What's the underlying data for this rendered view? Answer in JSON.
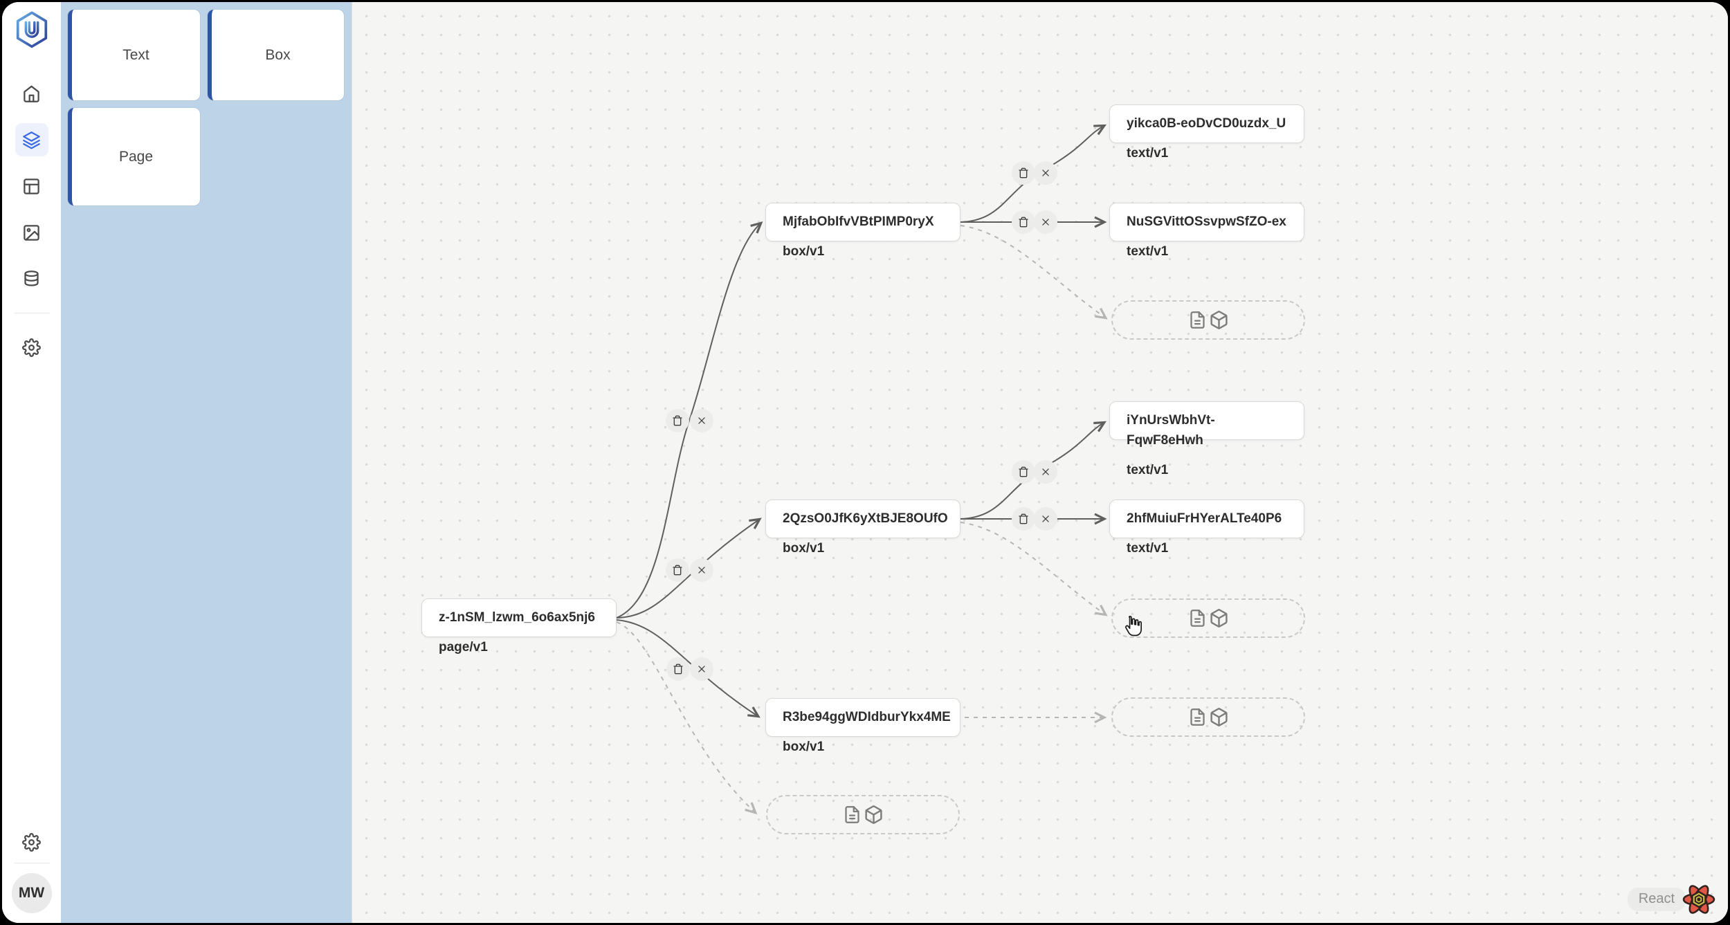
{
  "sidebar": {
    "logo_letter": "U",
    "icons": [
      "home",
      "layers",
      "layout",
      "image",
      "database",
      "settings"
    ],
    "active_icon": "layers",
    "bottom_icons": [
      "settings"
    ],
    "avatar_initials": "MW"
  },
  "palette": {
    "items": [
      {
        "label": "Text"
      },
      {
        "label": "Box"
      },
      {
        "label": "Page"
      }
    ]
  },
  "canvas": {
    "nodes": [
      {
        "title": "z-1nSM_lzwm_6o6ax5nj6",
        "type": "page/v1"
      },
      {
        "title": "MjfabObIfvVBtPIMP0ryX",
        "type": "box/v1"
      },
      {
        "title": "yikca0B-eoDvCD0uzdx_U",
        "type": "text/v1"
      },
      {
        "title": "NuSGVittOSsvpwSfZO-ex",
        "type": "text/v1"
      },
      {
        "title": "2QzsO0JfK6yXtBJE8OUfO",
        "type": "box/v1"
      },
      {
        "title": "iYnUrsWbhVt-FqwF8eHwh",
        "type": "text/v1"
      },
      {
        "title": "2hfMuiuFrHYerALTe40P6",
        "type": "text/v1"
      },
      {
        "title": "R3be94ggWDIdburYkx4ME",
        "type": "box/v1"
      }
    ],
    "placeholder_icons": [
      "file-text",
      "cube"
    ],
    "edge_buttons": [
      "trash",
      "close"
    ]
  },
  "devtools": {
    "label": "React"
  },
  "colors": {
    "accent_blue": "#2e54a5",
    "active_icon_blue": "#3a6ae8",
    "palette_bg": "#bdd3e7",
    "canvas_bg": "#f5f5f4",
    "edge_solid": "#5f5f5f",
    "edge_dashed": "#bdbdbd",
    "node_border": "#dad9d7"
  }
}
